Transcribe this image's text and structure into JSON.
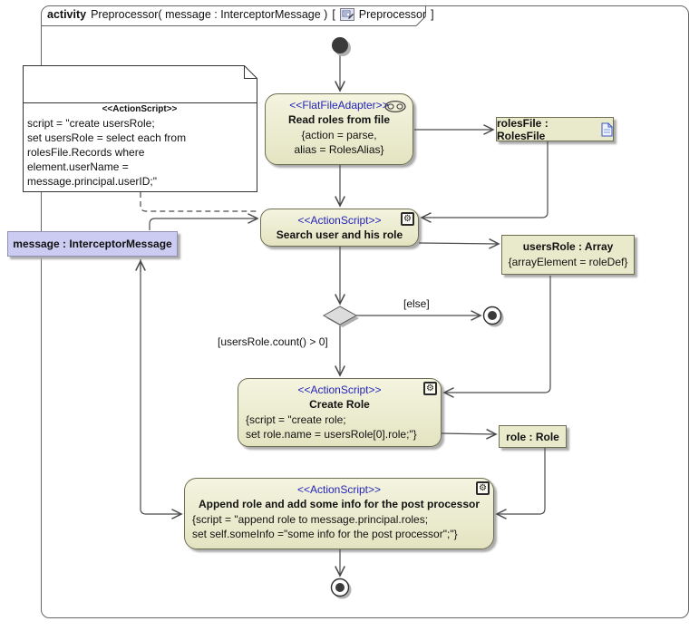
{
  "frame": {
    "keyword": "activity",
    "signature": "Preprocessor( message : InterceptorMessage )",
    "bracket_open": "[",
    "diagram_name": "Preprocessor",
    "bracket_close": "]"
  },
  "note": {
    "stereotype": "<<ActionScript>>",
    "lines": [
      "script = \"create usersRole;",
      "set usersRole = select each from",
      "rolesFile.Records where",
      "element.userName =",
      "message.principal.userID;\""
    ]
  },
  "nodes": {
    "read_roles": {
      "stereotype": "<<FlatFileAdapter>>",
      "name": "Read roles from file",
      "body": [
        "{action = parse,",
        "alias = RolesAlias}"
      ]
    },
    "search_user": {
      "stereotype": "<<ActionScript>>",
      "name": "Search user and his role"
    },
    "create_role": {
      "stereotype": "<<ActionScript>>",
      "name": "Create Role",
      "body": [
        "{script = \"create role;",
        "set role.name = usersRole[0].role;\"}"
      ]
    },
    "append_role": {
      "stereotype": "<<ActionScript>>",
      "name": "Append role and add some info for the post processor",
      "body": [
        "{script = \"append role to message.principal.roles;",
        "set self.someInfo =\"some info for the post processor\";\"}"
      ]
    }
  },
  "objects": {
    "roles_file": {
      "label": "rolesFile : RolesFile"
    },
    "users_role": {
      "label": "usersRole : Array",
      "constraint": "{arrayElement = roleDef}"
    },
    "role": {
      "label": "role : Role"
    },
    "message": {
      "label": "message : InterceptorMessage"
    }
  },
  "labels": {
    "else_guard": "[else]",
    "count_guard": "[usersRole.count() > 0]"
  },
  "icons": {
    "gear": "⚙"
  },
  "colors": {
    "node_fill": "#e9e9cb",
    "node_border": "#6e6e52",
    "stereotype_blue": "#2323bb",
    "message_fill": "#ccccf2",
    "decision_fill": "#dcdcdc",
    "edge": "#4a4a4a",
    "shadow": "#ababab"
  }
}
